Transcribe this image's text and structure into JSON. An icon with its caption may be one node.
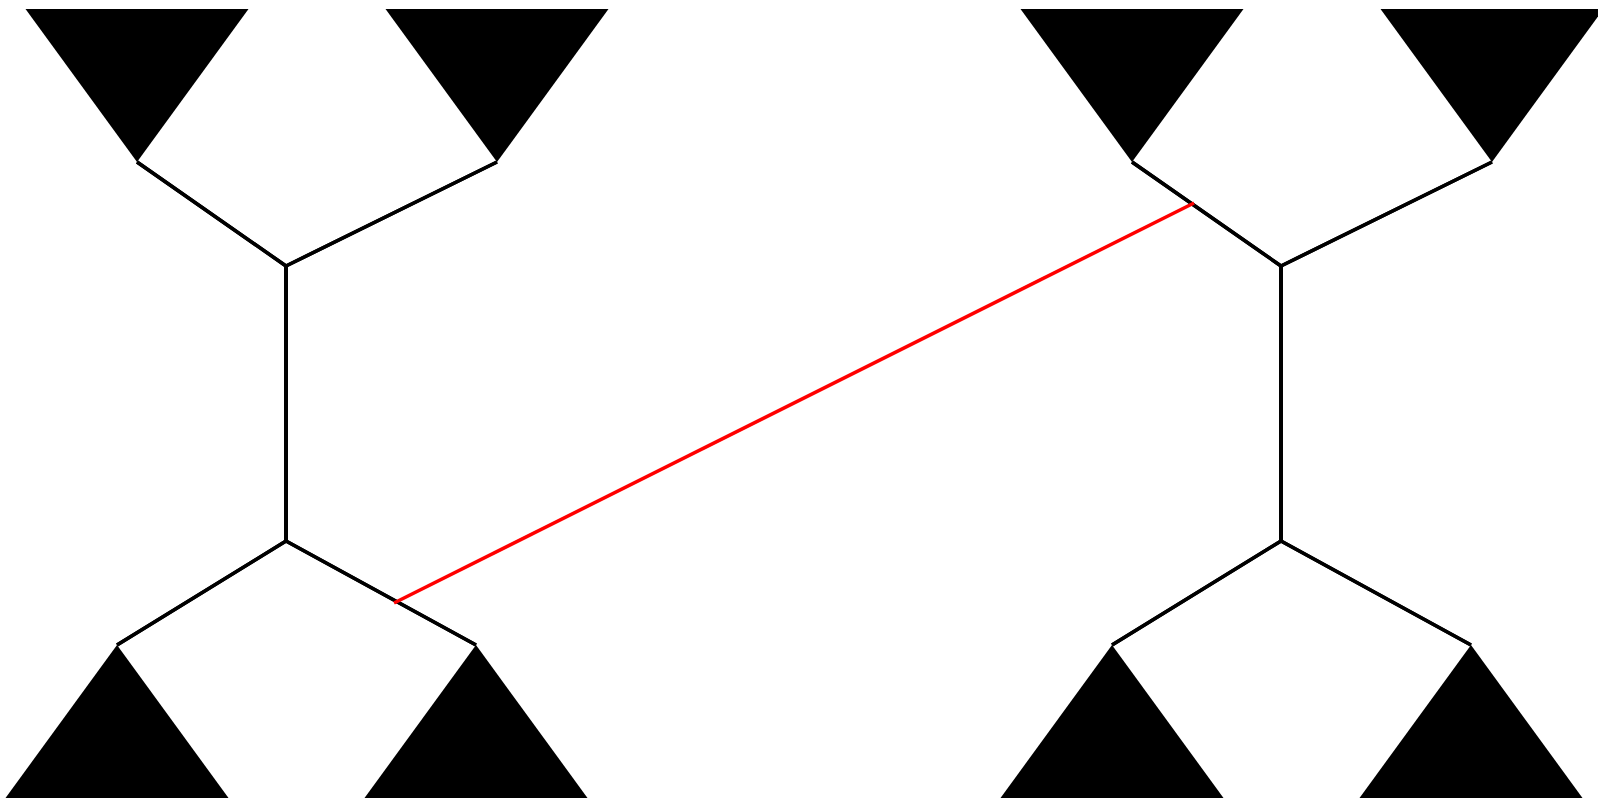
{
  "diagram": {
    "nodes": [
      {
        "text": [],
        "shape": "triangle"
      },
      {
        "text": [],
        "shape": "triangle"
      },
      {
        "text": [],
        "shape": "triangle"
      },
      {
        "text": [],
        "shape": "triangle"
      },
      {
        "text": [],
        "shape": "triangle"
      },
      {
        "text": [],
        "shape": "triangle"
      },
      {
        "text": [],
        "shape": "triangle"
      },
      {
        "text": [],
        "shape": "triangle"
      }
    ],
    "edges": [
      {
        "from": 0,
        "to": 4,
        "arrow": "none"
      },
      {
        "from": 0,
        "to": 5,
        "arrow": "none"
      },
      {
        "from": 1,
        "to": 4,
        "arrow": "none"
      },
      {
        "from": 1,
        "to": 5,
        "arrow": "none"
      },
      {
        "from": 2,
        "to": 6,
        "arrow": "none"
      },
      {
        "from": 2,
        "to": 7,
        "arrow": "none"
      },
      {
        "from": 3,
        "to": 6,
        "arrow": "none"
      },
      {
        "from": 3,
        "to": 7,
        "arrow": "none"
      }
    ]
  }
}
